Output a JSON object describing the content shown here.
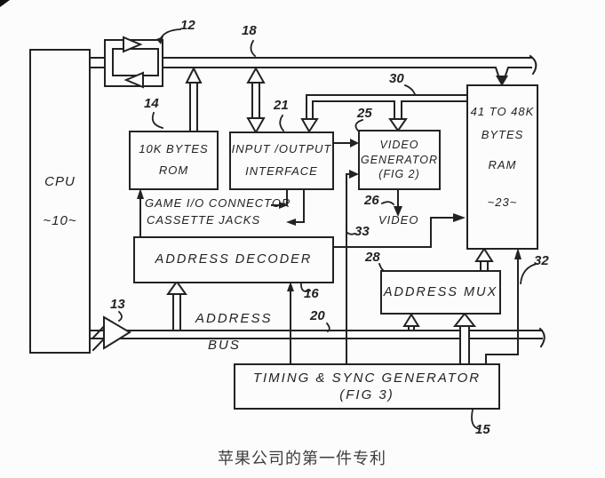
{
  "figure": {
    "caption": "苹果公司的第一件专利",
    "blocks": {
      "cpu": {
        "line1": "CPU",
        "line2": "~10~"
      },
      "rom": {
        "line1": "10K BYTES",
        "line2": "ROM"
      },
      "io": {
        "line1": "INPUT /OUTPUT",
        "line2": "INTERFACE"
      },
      "video": {
        "line1": "VIDEO",
        "line2": "GENERATOR",
        "line3": "(FIG 2)"
      },
      "ram": {
        "line1": "41 TO 48K",
        "line2": "BYTES",
        "line3": "RAM",
        "line4": "~23~"
      },
      "decoder": {
        "line1": "ADDRESS DECODER"
      },
      "mux": {
        "line1": "ADDRESS MUX"
      },
      "timing": {
        "line1": "TIMING & SYNC GENERATOR",
        "line2": "(FIG 3)"
      }
    },
    "wire_labels": {
      "game": "GAME I/O CONNECTOR",
      "cassette": "CASSETTE JACKS",
      "address": "ADDRESS",
      "bus": "BUS",
      "video_out": "VIDEO"
    },
    "ref_numbers": {
      "n10": "10",
      "n12": "12",
      "n13": "13",
      "n14": "14",
      "n15": "15",
      "n16": "16",
      "n18": "18",
      "n20": "20",
      "n21": "21",
      "n23": "23",
      "n25": "25",
      "n26": "26",
      "n28": "28",
      "n30": "30",
      "n32": "32",
      "n33": "33"
    },
    "colors": {
      "ink": "#222222",
      "background": "#fcfcfc",
      "caption": "#3d3d3d"
    }
  }
}
